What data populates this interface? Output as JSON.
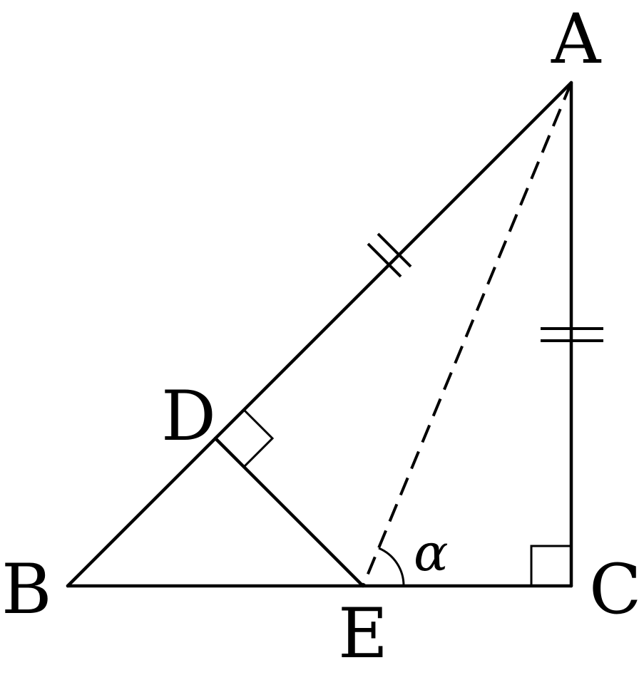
{
  "points": {
    "A": "A",
    "B": "B",
    "C": "C",
    "D": "D",
    "E": "E"
  },
  "angle_label": "α",
  "marks": {
    "right_angles": [
      "C",
      "D"
    ],
    "equal_segments": [
      "AD",
      "AC"
    ],
    "dashed_segments": [
      "AE"
    ]
  }
}
